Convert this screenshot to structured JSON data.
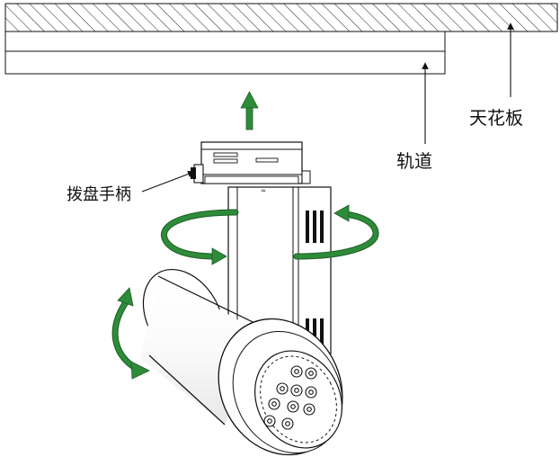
{
  "labels": {
    "ceiling": "天花板",
    "rail": "轨道",
    "dial_handle": "拨盘手柄"
  },
  "colors": {
    "arrow_green": "#2e8b3a",
    "line": "#111111",
    "background": "#ffffff"
  }
}
